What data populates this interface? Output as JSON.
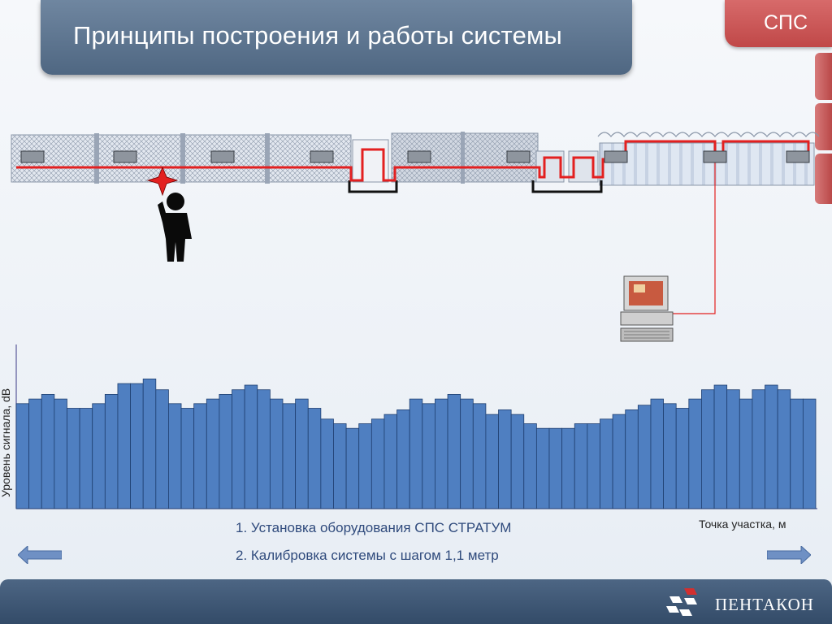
{
  "header": {
    "title": "Принципы построения и работы системы"
  },
  "badge": {
    "label": "СПС"
  },
  "captions": {
    "line1": "1. Установка оборудования СПС СТРАТУМ",
    "line2": "2. Калибровка системы с шагом 1,1 метр"
  },
  "colors": {
    "title_bar": "#5a7290",
    "badge": "#c85656",
    "bars": "#4f7fc1",
    "cable": "#e32020"
  },
  "icons": {
    "prev": "left-arrow-icon",
    "next": "right-arrow-icon",
    "logo": "pentakon-logo-icon"
  },
  "logo": {
    "name": "ПЕНТАКОН"
  },
  "chart_data": {
    "type": "bar",
    "ylabel": "Уровень сигнала, dB",
    "xlabel": "Точка участка, м",
    "values": [
      68,
      71,
      74,
      71,
      65,
      65,
      68,
      74,
      81,
      81,
      84,
      77,
      68,
      65,
      68,
      71,
      74,
      77,
      80,
      77,
      71,
      68,
      71,
      65,
      58,
      55,
      52,
      55,
      58,
      61,
      64,
      71,
      68,
      71,
      74,
      71,
      68,
      61,
      64,
      61,
      55,
      52,
      52,
      52,
      55,
      55,
      58,
      61,
      64,
      67,
      71,
      68,
      65,
      71,
      77,
      80,
      77,
      71,
      77,
      80,
      77,
      71,
      71
    ]
  }
}
